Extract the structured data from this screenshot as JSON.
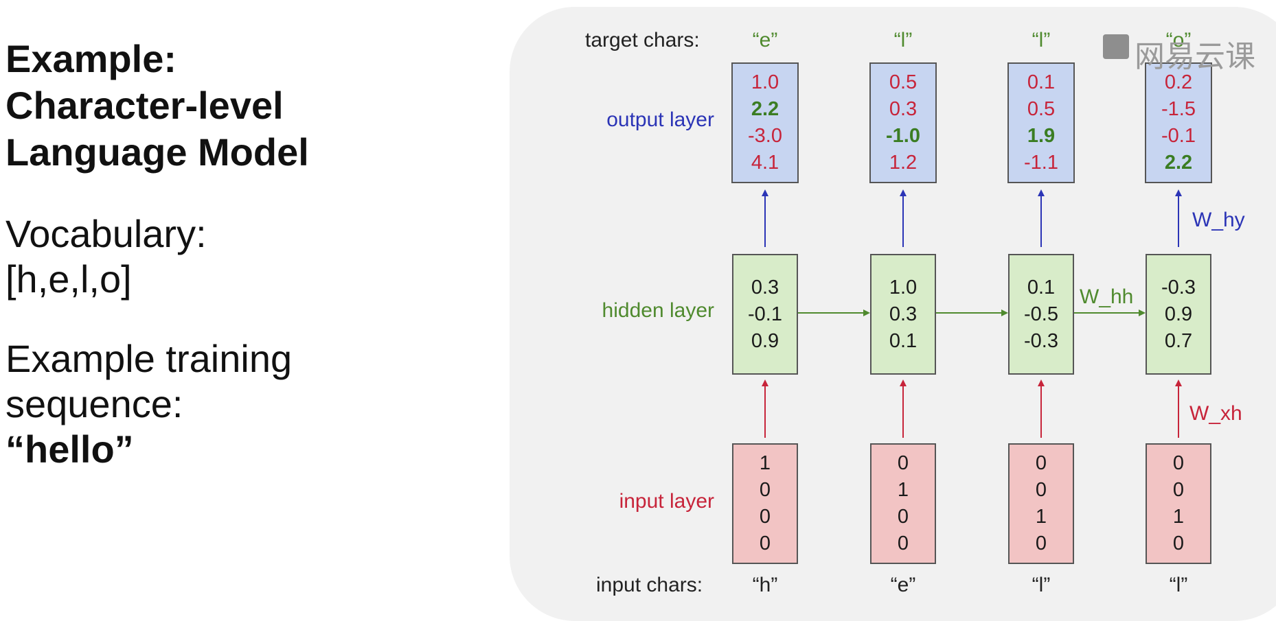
{
  "left": {
    "title_lines": [
      "Example:",
      "Character-level",
      "Language Model"
    ],
    "vocab_line1": "Vocabulary:",
    "vocab_line2": "[h,e,l,o]",
    "train_line1": "Example training",
    "train_line2": "sequence:",
    "train_word": "“hello”"
  },
  "diagram": {
    "labels": {
      "target_chars": "target chars:",
      "output_layer": "output layer",
      "hidden_layer": "hidden layer",
      "input_layer": "input layer",
      "input_chars": "input chars:",
      "w_hy": "W_hy",
      "w_hh": "W_hh",
      "w_xh": "W_xh"
    },
    "target_chars": [
      "“e”",
      "“l”",
      "“l”",
      "“o”"
    ],
    "input_chars": [
      "“h”",
      "“e”",
      "“l”",
      "“l”"
    ],
    "output_values": [
      [
        "1.0",
        "2.2",
        "-3.0",
        "4.1"
      ],
      [
        "0.5",
        "0.3",
        "-1.0",
        "1.2"
      ],
      [
        "0.1",
        "0.5",
        "1.9",
        "-1.1"
      ],
      [
        "0.2",
        "-1.5",
        "-0.1",
        "2.2"
      ]
    ],
    "output_highlight_index": [
      1,
      2,
      2,
      3
    ],
    "hidden_values": [
      [
        "0.3",
        "-0.1",
        "0.9"
      ],
      [
        "1.0",
        "0.3",
        "0.1"
      ],
      [
        "0.1",
        "-0.5",
        "-0.3"
      ],
      [
        "-0.3",
        "0.9",
        "0.7"
      ]
    ],
    "input_values": [
      [
        "1",
        "0",
        "0",
        "0"
      ],
      [
        "0",
        "1",
        "0",
        "0"
      ],
      [
        "0",
        "0",
        "1",
        "0"
      ],
      [
        "0",
        "0",
        "1",
        "0"
      ]
    ]
  },
  "colors": {
    "output_label": "#2b34b6",
    "hidden_label": "#4f8a2e",
    "input_label": "#c7243a",
    "target_chars": "#4f8a2e",
    "w_hy": "#2b34b6",
    "w_hh": "#4f8a2e",
    "w_xh": "#c7243a"
  },
  "watermark": "网易云课"
}
